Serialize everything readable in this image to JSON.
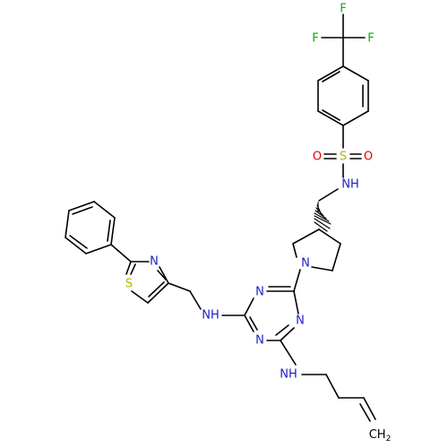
{
  "colors": {
    "nitrogen": "#1e1ec8",
    "oxygen": "#e60000",
    "sulfur": "#b4b400",
    "fluorine": "#00b400",
    "carbon": "#000000",
    "background": "#ffffff"
  },
  "labels": {
    "f_top": "F",
    "f_left": "F",
    "f_right": "F",
    "s_sulfonyl": "S",
    "o_left": "O",
    "o_right": "O",
    "nh_sulfonamide": "NH",
    "n_pyrrolidine": "N",
    "n_triazine_top": "N",
    "n_triazine_right": "N",
    "n_triazine_bottom": "N",
    "nh_left": "NH",
    "nh_bottom": "NH",
    "s_thiazole": "S",
    "n_thiazole": "N",
    "ch2_main": "CH",
    "ch2_sub": "2"
  }
}
